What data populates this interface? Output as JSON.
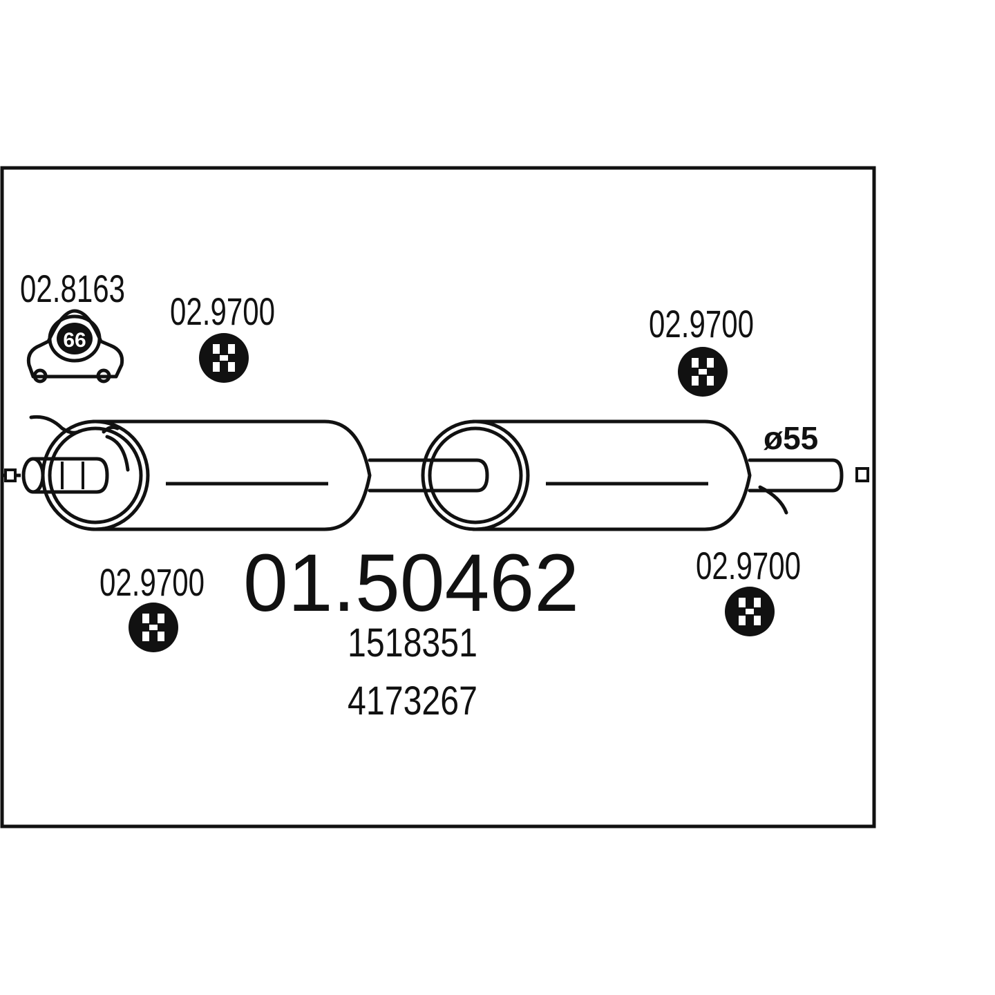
{
  "main_part_number": "01.50462",
  "oem_numbers": [
    "1518351",
    "4173267"
  ],
  "clamp": {
    "part_number": "02.8163",
    "size_label": "66"
  },
  "rubber_mounts": [
    {
      "part_number": "02.9700"
    },
    {
      "part_number": "02.9700"
    },
    {
      "part_number": "02.9700"
    },
    {
      "part_number": "02.9700"
    }
  ],
  "outlet_diameter": "ø55"
}
